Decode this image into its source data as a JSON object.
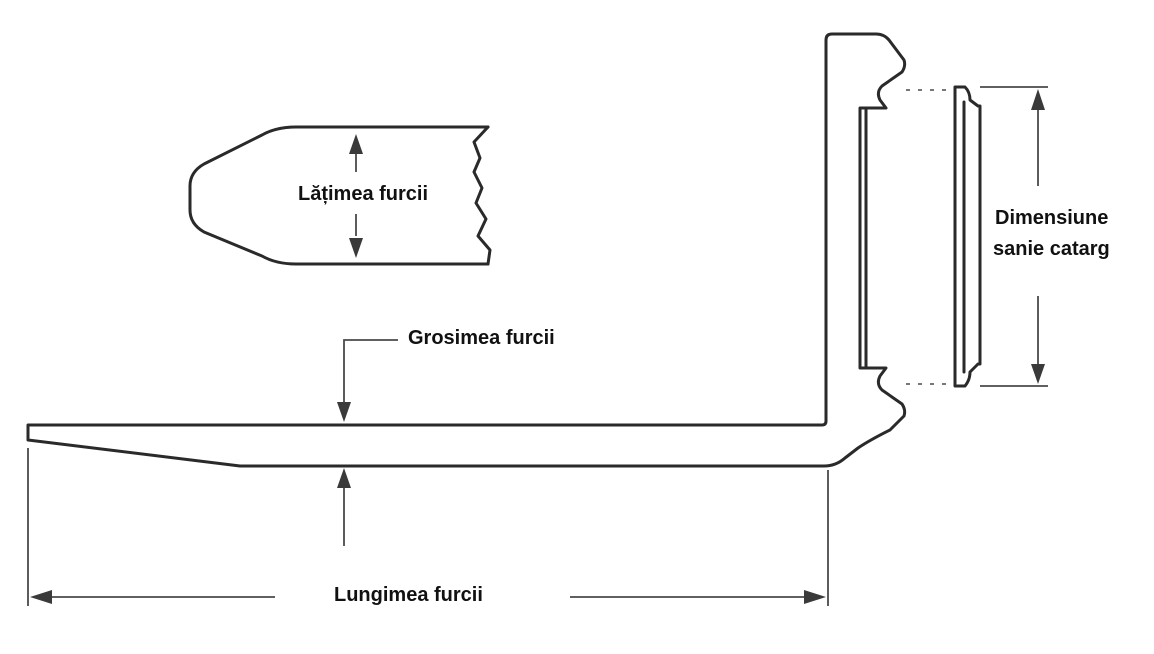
{
  "labels": {
    "width": "Lățimea furcii",
    "thickness": "Grosimea furcii",
    "length": "Lungimea furcii",
    "carriage_line1": "Dimensiune",
    "carriage_line2": "sanie catarg"
  },
  "colors": {
    "stroke": "#2a2a2a",
    "text": "#111111",
    "background": "#ffffff"
  }
}
